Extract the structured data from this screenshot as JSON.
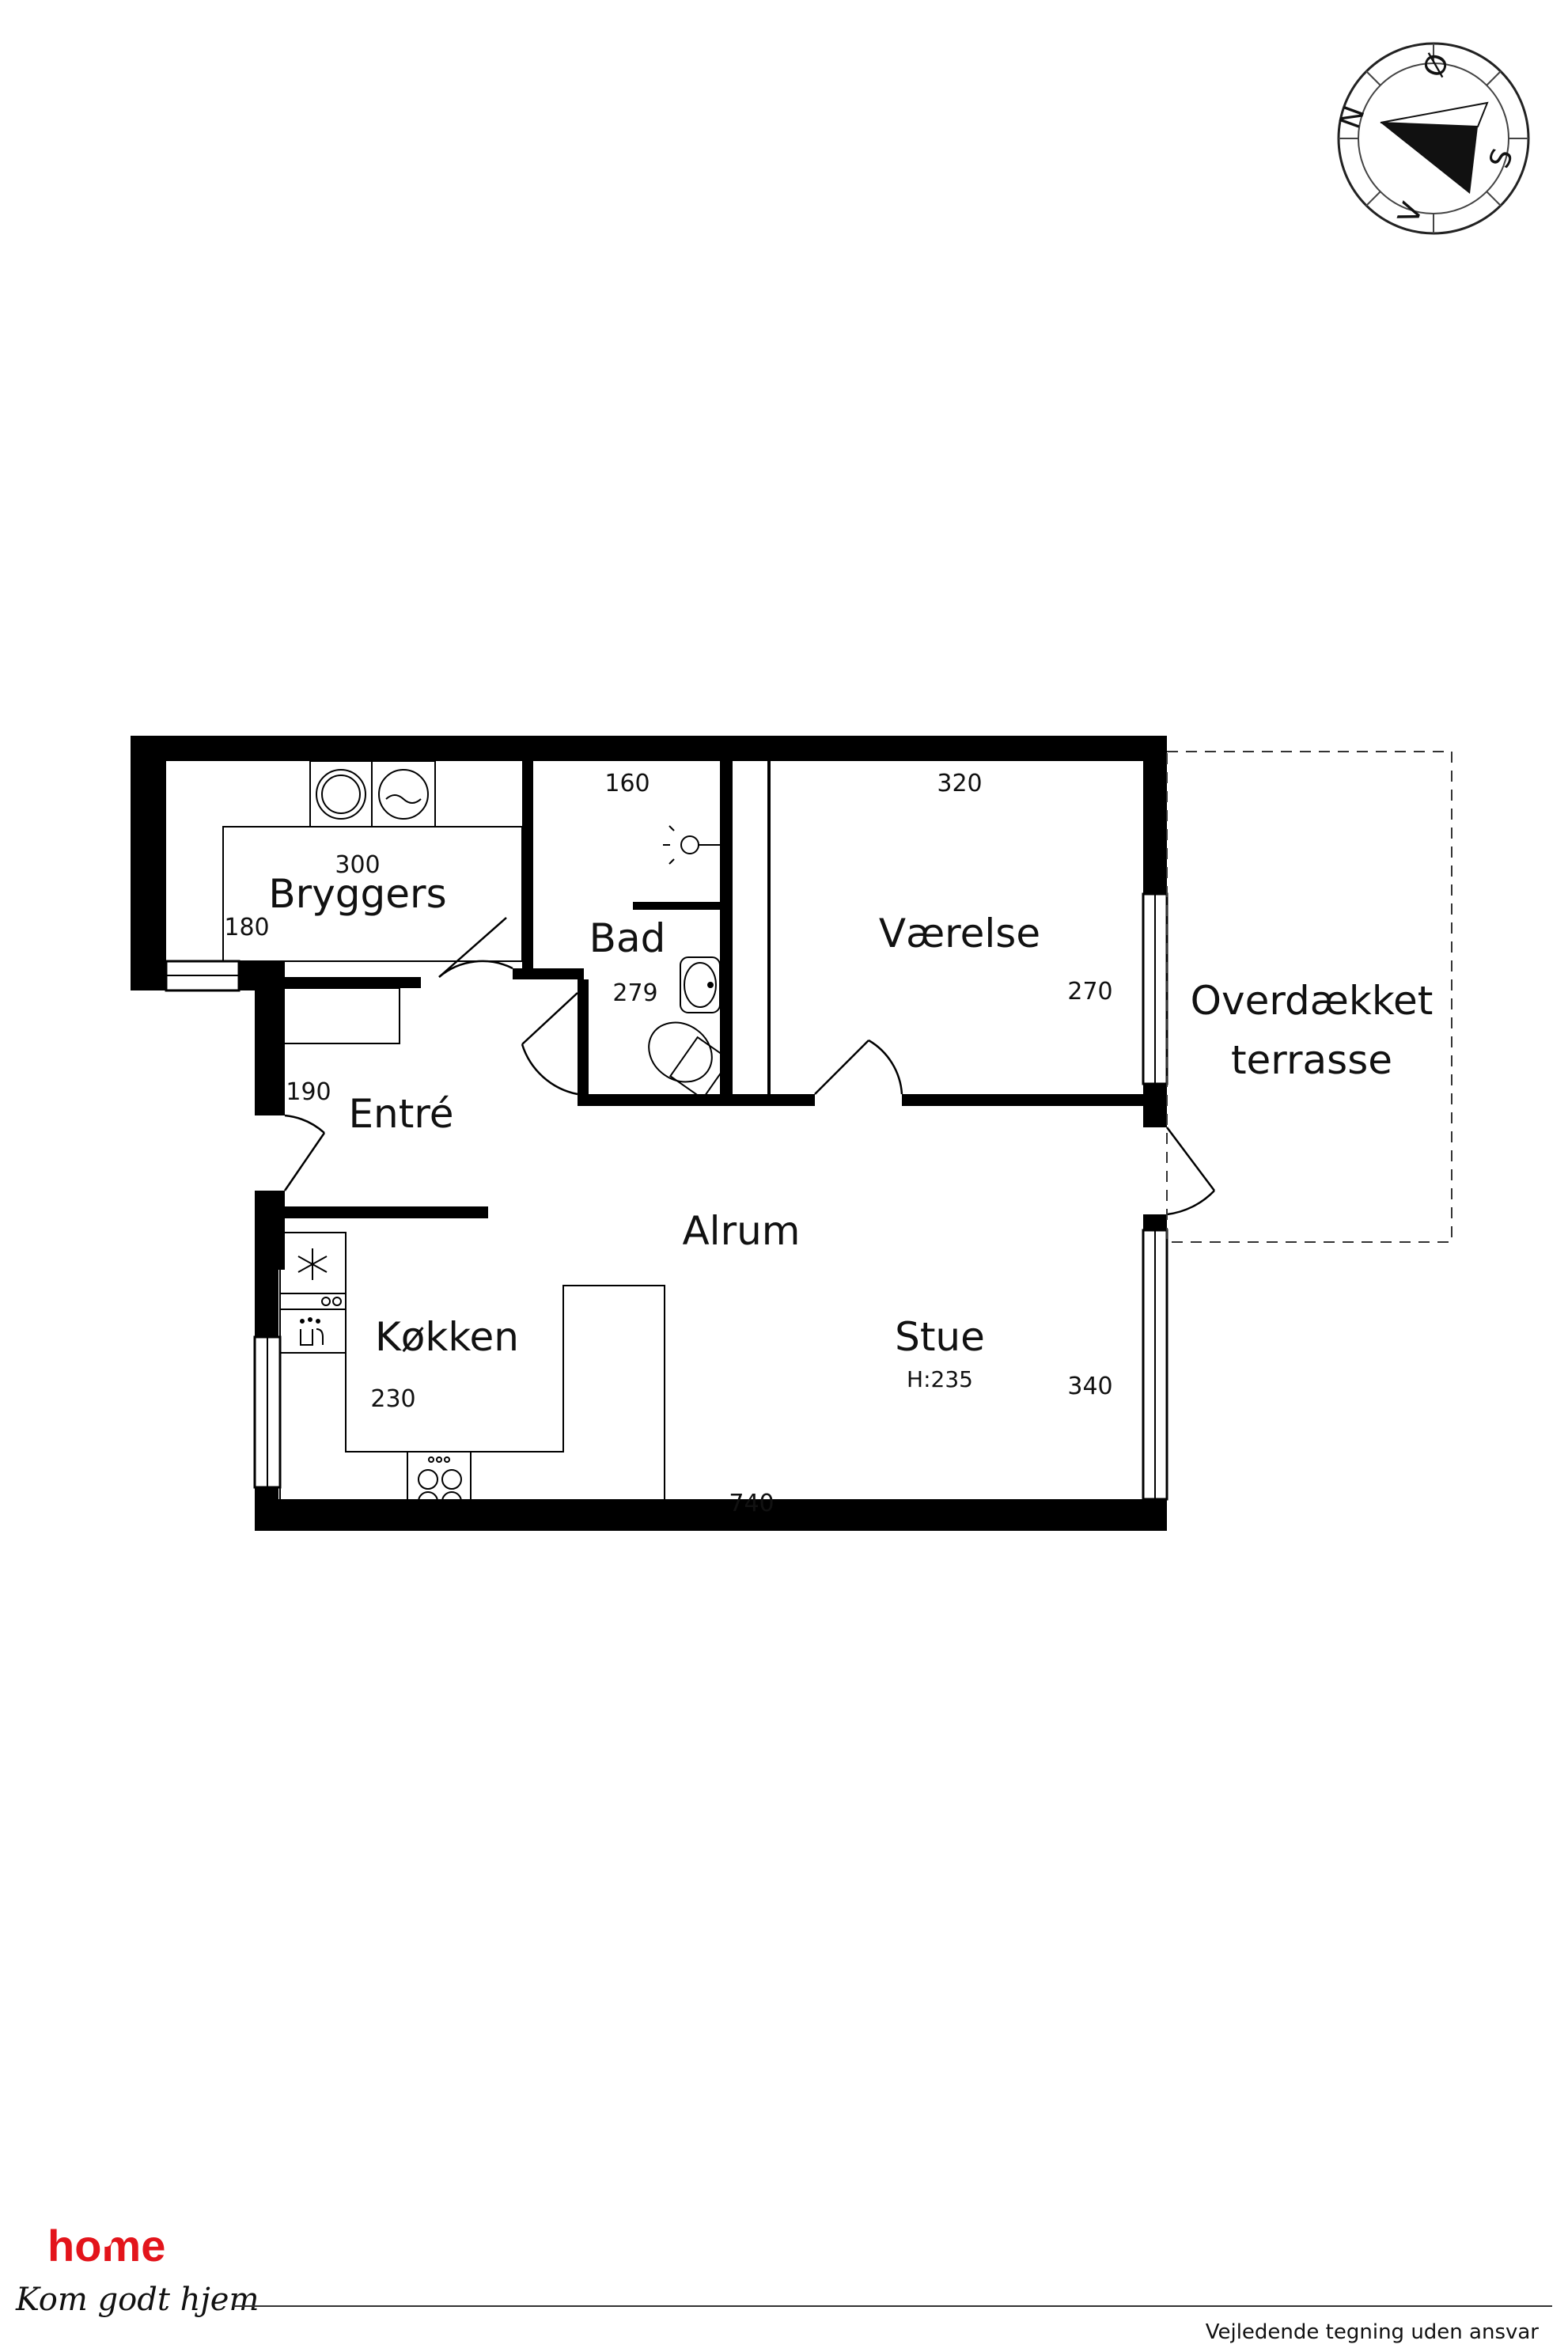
{
  "rooms": {
    "bryggers": {
      "name": "Bryggers",
      "width": "300",
      "depth": "180"
    },
    "bad": {
      "name": "Bad",
      "width": "160",
      "depth": "279"
    },
    "vaerelse": {
      "name": "Værelse",
      "width": "320",
      "depth": "270"
    },
    "terrasse": {
      "line1": "Overdækket",
      "line2": "terrasse"
    },
    "entre": {
      "name": "Entré",
      "depth": "190"
    },
    "alrum": {
      "name": "Alrum"
    },
    "koekken": {
      "name": "Køkken",
      "width": "230"
    },
    "stue": {
      "name": "Stue",
      "height": "H:235",
      "depth": "340",
      "width": "740"
    }
  },
  "compass": {
    "n": "N",
    "o": "Ø",
    "s": "S",
    "v": "V"
  },
  "brand": {
    "logo": "home",
    "tagline": "Kom godt hjem"
  },
  "footer": {
    "disclaimer": "Vejledende tegning uden ansvar"
  },
  "colors": {
    "wall": "#000000",
    "brand_red": "#e3141b"
  }
}
